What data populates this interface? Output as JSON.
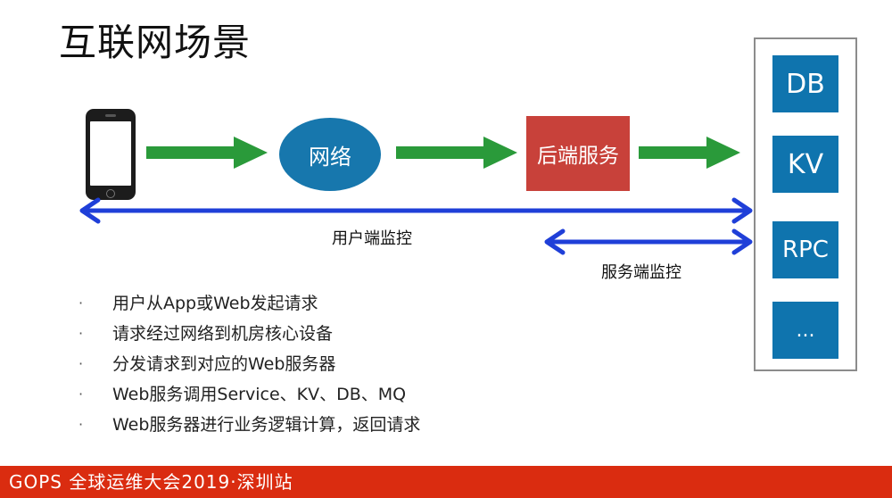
{
  "title": "互联网场景",
  "nodes": {
    "network": "网络",
    "backend": "后端服务",
    "stores": [
      "DB",
      "KV",
      "RPC",
      "..."
    ]
  },
  "labels": {
    "user_monitor": "用户端监控",
    "service_monitor": "服务端监控"
  },
  "bullets": [
    "用户从App或Web发起请求",
    "请求经过网络到机房核心设备",
    "分发请求到对应的Web服务器",
    "Web服务调用Service、KV、DB、MQ",
    "Web服务器进行业务逻辑计算，返回请求"
  ],
  "footer": "GOPS 全球运维大会2019·深圳站",
  "colors": {
    "flow_arrow": "#2a9a3a",
    "monitor_arrow": "#1f3fd8",
    "node_blue": "#1777ad",
    "node_red": "#c8413a",
    "footer_bg": "#da2c10"
  },
  "icons": [
    "phone-icon"
  ]
}
